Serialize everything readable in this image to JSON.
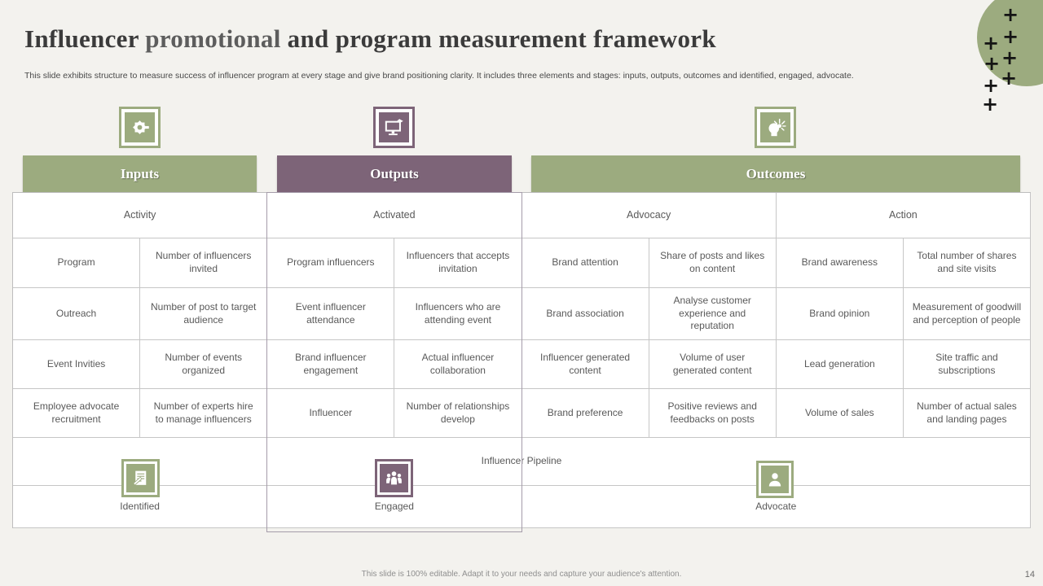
{
  "slide": {
    "title_parts": {
      "p1": "Influencer ",
      "p2": "promotional",
      "p3": " and program measurement framework"
    },
    "subtitle": "This slide exhibits structure to measure success of influencer program at every stage and give brand positioning clarity. It includes three elements and stages: inputs, outputs, outcomes and identified, engaged, advocate.",
    "footer": "This slide is 100% editable.  Adapt it to your needs and capture your audience's attention.",
    "page_number": "14"
  },
  "colors": {
    "green": "#9cab7f",
    "purple": "#7d6478",
    "background": "#f3f2ee",
    "cell_border": "#c6c6c6",
    "cell_text": "#595959"
  },
  "decor": {
    "plus_glyph": "+"
  },
  "stages": [
    {
      "label": "Inputs",
      "icon": "gear-wrench-icon",
      "color": "green"
    },
    {
      "label": "Outputs",
      "icon": "monitor-share-icon",
      "color": "purple"
    },
    {
      "label": "Outcomes",
      "icon": "idea-head-icon",
      "color": "green"
    }
  ],
  "table": {
    "group_headers": [
      "Activity",
      "Activated",
      "Advocacy",
      "Action"
    ],
    "rows": [
      [
        "Program",
        "Number of influencers invited",
        "Program influencers",
        "Influencers that accepts invitation",
        "Brand attention",
        "Share of posts and likes on content",
        "Brand awareness",
        "Total number of shares and site visits"
      ],
      [
        "Outreach",
        "Number of post to target audience",
        "Event influencer attendance",
        "Influencers who are attending event",
        "Brand association",
        "Analyse customer experience and reputation",
        "Brand opinion",
        "Measurement of goodwill and perception of people"
      ],
      [
        "Event Invities",
        "Number of events organized",
        "Brand influencer engagement",
        "Actual influencer collaboration",
        "Influencer generated content",
        "Volume of user generated content",
        "Lead generation",
        "Site traffic and subscriptions"
      ],
      [
        "Employee advocate recruitment",
        "Number of experts hire to manage influencers",
        "Influencer",
        "Number of relationships develop",
        "Brand preference",
        "Positive reviews and feedbacks on posts",
        "Volume of sales",
        "Number of actual sales and landing pages"
      ]
    ],
    "pipeline_label": "Influencer Pipeline",
    "pipeline_stages": [
      "Identified",
      "Engaged",
      "Advocate"
    ]
  }
}
